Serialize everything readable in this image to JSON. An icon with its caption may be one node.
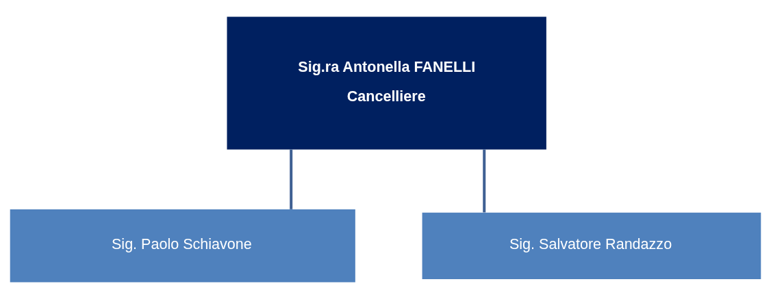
{
  "diagram": {
    "nodes": [
      {
        "text": [
          "Sig.ra Antonella FANELLI",
          "Cancelliere"
        ]
      },
      {
        "text": [
          "Sig. Paolo Schiavone"
        ]
      },
      {
        "text": [
          "Sig. Salvatore Randazzo"
        ]
      }
    ],
    "edges": [
      {
        "from": 0,
        "to": 1,
        "arrow": "none"
      },
      {
        "from": 0,
        "to": 2,
        "arrow": "none"
      }
    ]
  }
}
